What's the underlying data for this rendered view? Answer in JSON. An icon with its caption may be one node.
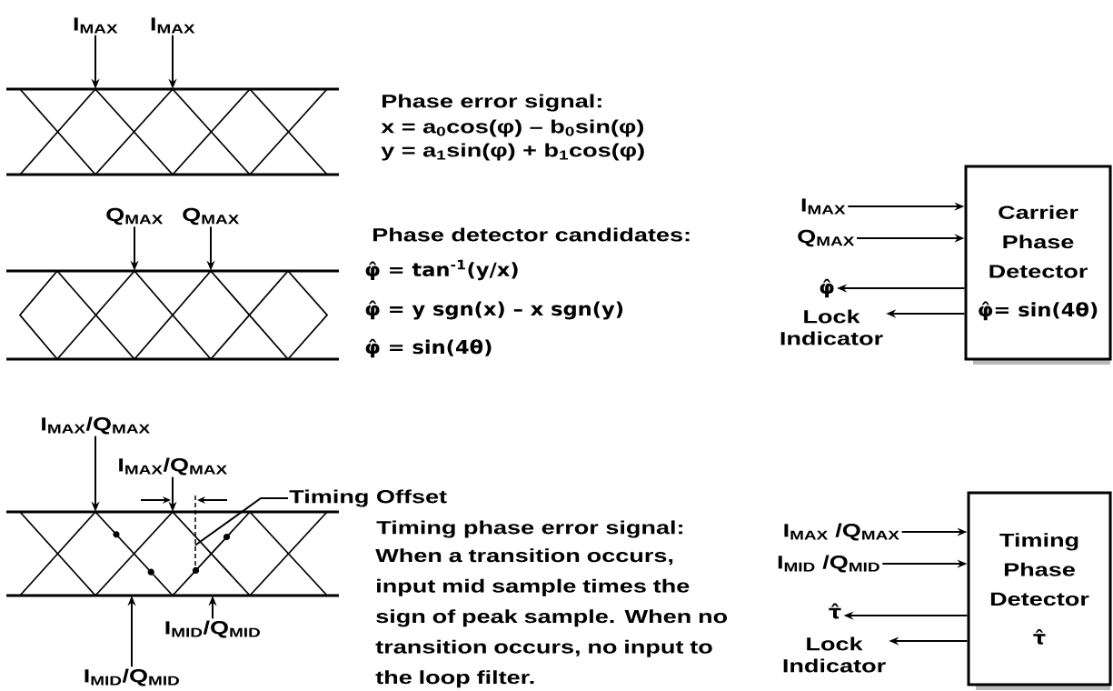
{
  "diagram": {
    "nodes": [
      {
        "text": [
          "I$_{MAX}$"
        ]
      },
      {
        "text": [
          "I$_{MAX}$"
        ]
      },
      {
        "text": [],
        "shape": "picture"
      },
      {
        "text": [
          "Q$_{MAX}$"
        ]
      },
      {
        "text": [
          "Q$_{MAX}$"
        ]
      },
      {
        "text": [],
        "shape": "picture"
      },
      {
        "text": [
          "Carrier Phase Detector",
          "φ̂= sin(4θ)"
        ]
      },
      {
        "text": [
          "I$_{MAX}$"
        ]
      },
      {
        "text": [
          "Q$_{MAX}$"
        ]
      },
      {
        "text": [
          "φ̂"
        ]
      },
      {
        "text": [
          "Lock Indicator"
        ]
      },
      {
        "text": [
          "I$_{MAX}$/Q$_{MAX}$"
        ]
      },
      {
        "text": [
          "I$_{MAX}$/Q$_{MAX}$"
        ]
      },
      {
        "text": [
          "Timing Offset"
        ]
      },
      {
        "text": [],
        "shape": "picture"
      },
      {
        "text": [
          "I$_{MID}$/Q$_{MID}$"
        ]
      },
      {
        "text": [
          "I$_{MID}$/Q$_{MID}$"
        ]
      },
      {
        "text": [
          "Timing Phase Detector",
          "τ̂"
        ]
      },
      {
        "text": [
          "I$_{MAX}$ /Q$_{MAX}$"
        ]
      },
      {
        "text": [
          "I$_{MID}$ /Q$_{MID}$"
        ]
      },
      {
        "text": [
          "τ̂"
        ]
      },
      {
        "text": [
          "Lock Indicator"
        ]
      }
    ],
    "edges": [
      {
        "from": 0,
        "to": 2,
        "arrow": "to"
      },
      {
        "from": 1,
        "to": 2,
        "arrow": "to"
      },
      {
        "from": 3,
        "to": 5,
        "arrow": "to"
      },
      {
        "from": 4,
        "to": 5,
        "arrow": "to"
      },
      {
        "from": 7,
        "to": 6,
        "arrow": "to"
      },
      {
        "from": 8,
        "to": 6,
        "arrow": "to"
      },
      {
        "from": 6,
        "to": 9,
        "arrow": "to"
      },
      {
        "from": 6,
        "to": 10,
        "arrow": "to"
      },
      {
        "from": 11,
        "to": 14,
        "arrow": "to"
      },
      {
        "from": 12,
        "to": 14,
        "arrow": "to"
      },
      {
        "from": 13,
        "to": 14,
        "arrow": "none"
      },
      {
        "from": 15,
        "to": 14,
        "arrow": "to"
      },
      {
        "from": 16,
        "to": 14,
        "arrow": "to"
      },
      {
        "from": 18,
        "to": 17,
        "arrow": "to"
      },
      {
        "from": 19,
        "to": 17,
        "arrow": "to"
      },
      {
        "from": 17,
        "to": 20,
        "arrow": "to"
      },
      {
        "from": 17,
        "to": 21,
        "arrow": "to"
      }
    ],
    "labels": [
      "Phase error signal:",
      "x = a$_{0}$cos(φ) – b$_{0}$sin(φ)",
      "y = a$_{1}$sin(φ) + b$_{1}$cos(φ)",
      "Phase detector candidates:",
      "φ̂ = tan$^{-1}$(y/x)",
      "φ̂ = y sgn(x) – x sgn(y)",
      "φ̂ = sin(4θ)",
      "Timing phase error signal:",
      "When a transition occurs, input mid sample times the sign of peak sample. When no transition occurs, no input to the loop filter."
    ]
  }
}
